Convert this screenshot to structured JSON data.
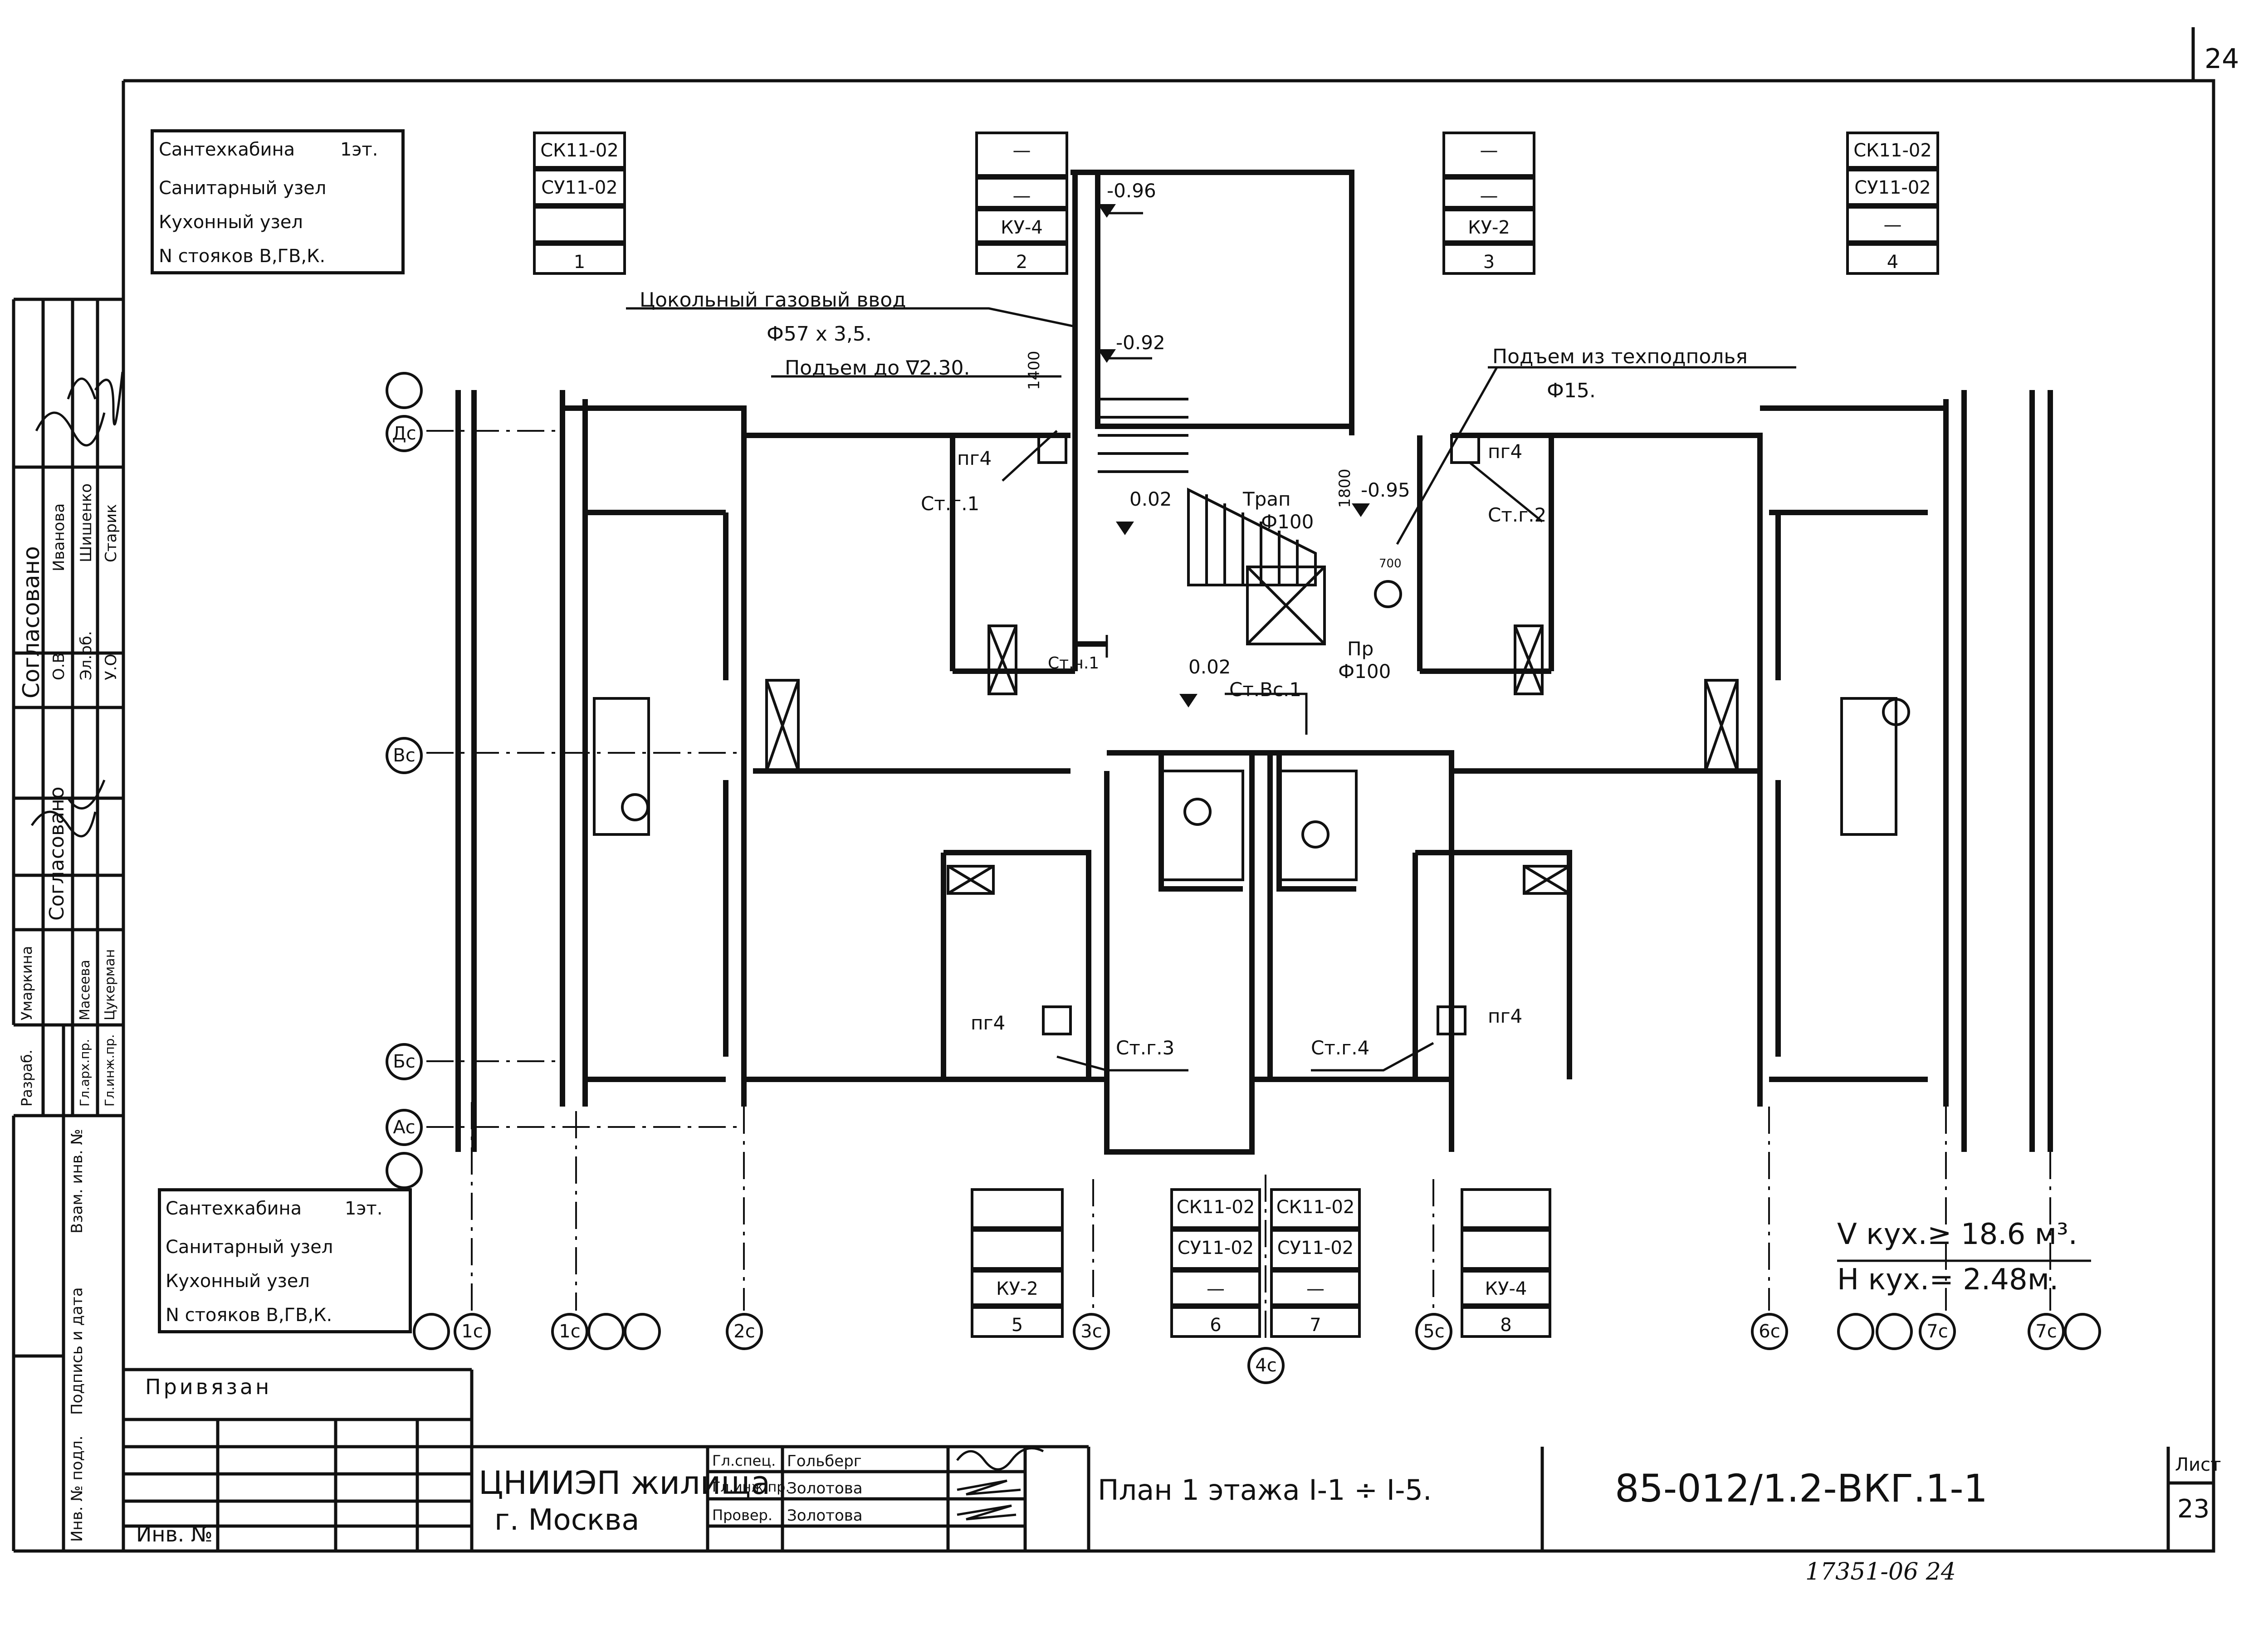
{
  "sheet_number_top": "24",
  "sheet_number_bottom_handwritten": "17351-06   24",
  "legend_top_left": {
    "rows": [
      "Сантехкабина",
      "Санитарный узел",
      "Кухонный узел",
      "N стояков В,ГВ,К."
    ],
    "floor_label": "1эт."
  },
  "legend_bottom_left": {
    "rows": [
      "Сантехкабина",
      "Санитарный узел",
      "Кухонный узел",
      "N стояков В,ГВ,К."
    ],
    "floor_label": "1эт."
  },
  "riser_tables_top": [
    {
      "cabin": "СК11-02",
      "sanit": "СУ11-02",
      "kitchen": "",
      "num": "1"
    },
    {
      "cabin": "—",
      "sanit": "—",
      "kitchen": "КУ-4",
      "num": "2"
    },
    {
      "cabin": "—",
      "sanit": "—",
      "kitchen": "КУ-2",
      "num": "3"
    },
    {
      "cabin": "СК11-02",
      "sanit": "СУ11-02",
      "kitchen": "—",
      "num": "4"
    }
  ],
  "riser_tables_bottom": [
    {
      "cabin": "",
      "sanit": "",
      "kitchen": "КУ-2",
      "num": "5"
    },
    {
      "cabin": "СК11-02",
      "sanit": "СУ11-02",
      "kitchen": "—",
      "num": "6"
    },
    {
      "cabin": "СК11-02",
      "sanit": "СУ11-02",
      "kitchen": "—",
      "num": "7"
    },
    {
      "cabin": "",
      "sanit": "",
      "kitchen": "КУ-4",
      "num": "8"
    }
  ],
  "annotations": {
    "gas_input": "Цокольный газовый ввод",
    "gas_pipe": "Ф57 х 3,5.",
    "rise_to": "Подъем до ∇2.30.",
    "rise_from_basement": "Подъем из техподполья",
    "rise_pipe": "Ф15.",
    "level_096": "-0.96",
    "level_092": "-0.92",
    "level_095": "-0.95",
    "level_002_a": "0.02",
    "level_002_b": "0.02",
    "dim_1400": "1400",
    "dim_1800": "1800",
    "dim_700": "700",
    "trap": "Трап",
    "trap_d": "Ф100",
    "pr": "Пр",
    "pr_d": "Ф100",
    "st_g1": "Ст.г.1",
    "st_g2": "Ст.г.2",
    "st_g3": "Ст.г.3",
    "st_g4": "Ст.г.4",
    "st_ch1": "Ст.ч.1",
    "st_vs1": "Ст.Вс.1",
    "pg4": "пг4",
    "v_kitchen": "V кух.≥ 18.6 м³.",
    "h_kitchen": "Н кух.= 2.48м."
  },
  "axes_rows": [
    "Дс",
    "Вс",
    "Бс",
    "Ас"
  ],
  "axes_cols": [
    "1с",
    "1с",
    "2с",
    "3с",
    "4с",
    "5с",
    "6с",
    "7с",
    "7с"
  ],
  "approval_side": {
    "header": "Согласовано",
    "names": [
      "Иванова",
      "Шишенко",
      "Старик"
    ],
    "initials": [
      "О.В",
      "Эл.об.",
      "У.О"
    ],
    "header2": "Согласовано",
    "roles2": [
      "Разраб.",
      "Гл.арх.пр.",
      "Гл.инж.пр."
    ],
    "names2": [
      "Умаркина",
      "Масеева",
      "Цукерман"
    ]
  },
  "side_strip": [
    "Инв. № подл.",
    "Подпись и дата",
    "Взам. инв. №"
  ],
  "title_block": {
    "tied": "Привязан",
    "inv": "Инв. №",
    "org": "ЦНИИЭП жилища",
    "city": "г. Москва",
    "roles": [
      "Гл.спец.",
      "Гл.инж.пр.",
      "Провер."
    ],
    "names": [
      "Гольберг",
      "Золотова",
      "Золотова"
    ],
    "title": "План 1 этажа I-1 ÷ I-5.",
    "code": "85-012/1.2-ВКГ.1-1",
    "sheet_label": "Лист",
    "sheet_no": "23"
  }
}
